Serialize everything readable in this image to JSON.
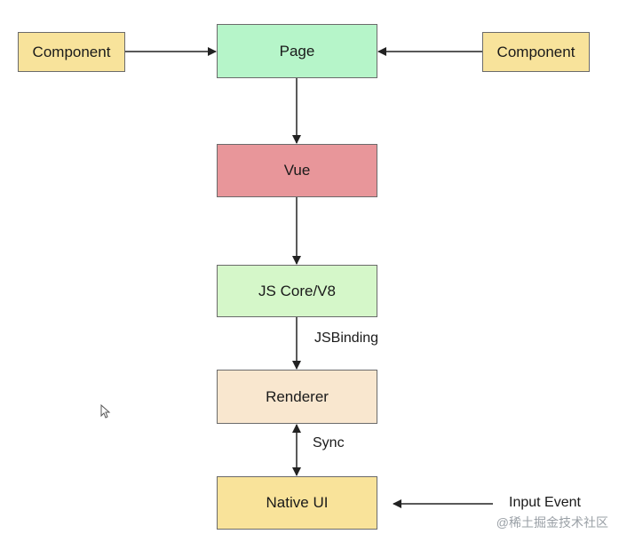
{
  "colors": {
    "component_fill": "#f8e39b",
    "page_fill": "#b6f5c9",
    "vue_fill": "#e8969a",
    "jscore_fill": "#d5f7c9",
    "renderer_fill": "#f9e7cf",
    "nativeui_fill": "#f9e39a",
    "stroke": "#6b6b6b",
    "arrow": "#222222"
  },
  "nodes": {
    "component_left": "Component",
    "page": "Page",
    "component_right": "Component",
    "vue": "Vue",
    "jscore": "JS Core/V8",
    "renderer": "Renderer",
    "native_ui": "Native UI"
  },
  "edge_labels": {
    "jsbinding": "JSBinding",
    "sync": "Sync",
    "input_event": "Input Event"
  },
  "icons": {
    "cursor": "mouse-pointer-icon"
  },
  "watermark": "@稀土掘金技术社区"
}
